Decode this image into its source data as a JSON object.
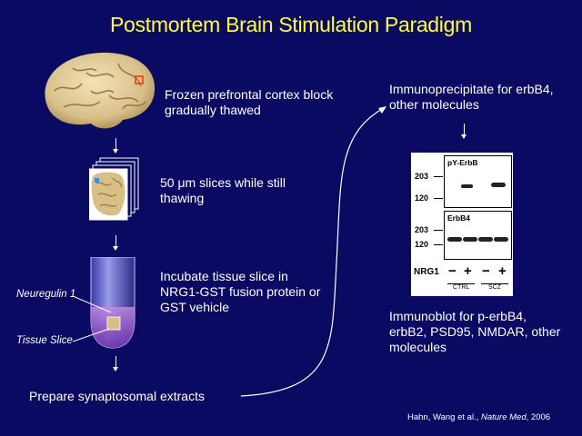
{
  "title": "Postmortem Brain Stimulation Paradigm",
  "steps": {
    "frozen": "Frozen prefrontal cortex block gradually thawed",
    "slices_pre": "50 ",
    "slices_unit": "μm",
    "slices_post": " slices while still thawing",
    "incubate": "Incubate tissue slice in NRG1-GST fusion protein or GST vehicle",
    "prepare": "Prepare synaptosomal extracts",
    "immunoprecipitate": "Immunoprecipitate for erbB4, other molecules",
    "immunoblot": "Immunoblot for p-erbB4, erbB2, PSD95, NMDAR, other molecules"
  },
  "labels": {
    "neuregulin": "Neuregulin 1",
    "tissue_slice": "Tissue Slice"
  },
  "blot": {
    "panel1_label": "pY-ErbB",
    "panel2_label": "ErbB4",
    "mw_203_a": "203",
    "mw_120_a": "120",
    "mw_203_b": "203",
    "mw_120_b": "120",
    "nrg1_label": "NRG1",
    "minus_1": "−",
    "plus_1": "+",
    "minus_2": "−",
    "plus_2": "+",
    "group_ctrl": "CTRL",
    "group_scz": "SCZ"
  },
  "citation": {
    "authors": "Hahn, Wang et al., ",
    "journal": "Nature Med",
    "year": ", 2006"
  }
}
